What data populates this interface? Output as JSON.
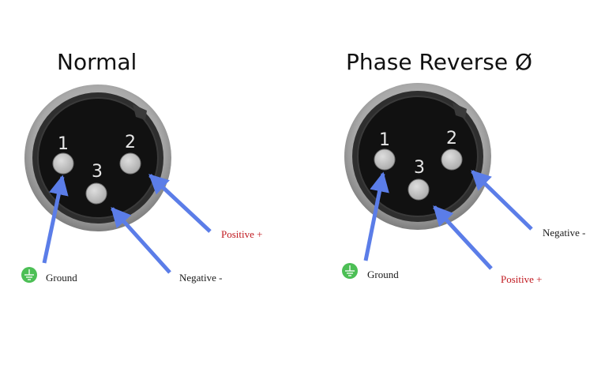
{
  "colors": {
    "arrow": "#5b7de8",
    "positive": "#c0191f",
    "negative": "#1a1a1a",
    "ground_icon": "#4cbf55",
    "shell_outer": "#9a9a9a",
    "shell_inner": "#2b2b2b",
    "pin": "#bdbdbd"
  },
  "diagrams": [
    {
      "title": "Normal",
      "pins": [
        "1",
        "2",
        "3"
      ],
      "labels": {
        "ground": "Ground",
        "pin2": "Positive +",
        "pin3": "Negative -"
      }
    },
    {
      "title": "Phase Reverse Ø",
      "pins": [
        "1",
        "2",
        "3"
      ],
      "labels": {
        "ground": "Ground",
        "pin2": "Negative -",
        "pin3": "Positive +"
      }
    }
  ]
}
